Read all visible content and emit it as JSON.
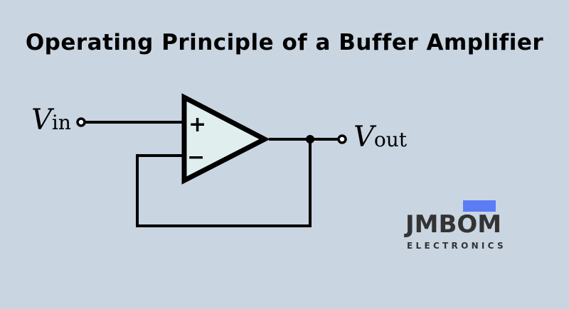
{
  "title": "Operating Principle of a Buffer Amplifier",
  "diagram": {
    "input_label": {
      "symbol": "V",
      "subscript": "in"
    },
    "output_label": {
      "symbol": "V",
      "subscript": "out"
    },
    "plus_sign": "+",
    "minus_sign": "−",
    "colors": {
      "background": "#c9d5e1",
      "opamp_fill": "#e0eeee",
      "wire": "#000000"
    }
  },
  "logo": {
    "name": "JMBOM",
    "tagline": "ELECTRONICS",
    "accent": "#5b7cf5"
  }
}
